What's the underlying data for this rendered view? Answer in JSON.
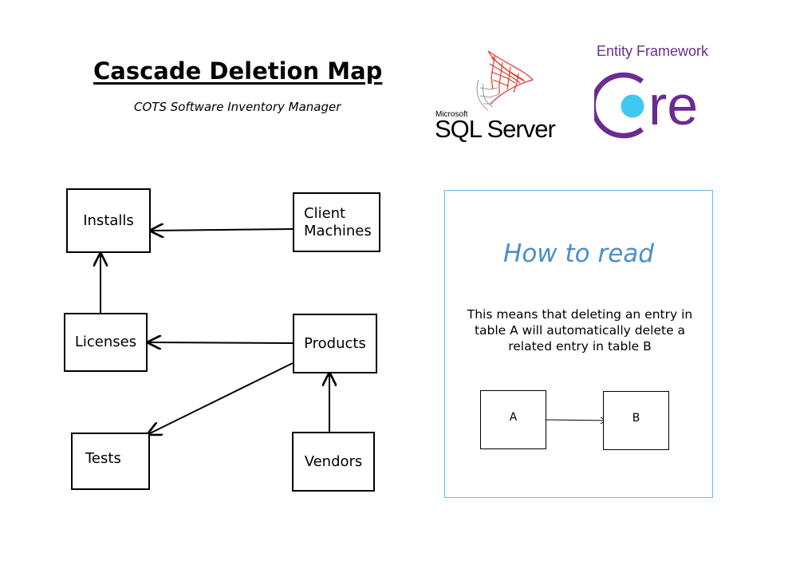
{
  "header": {
    "title": "Cascade Deletion Map",
    "subtitle": "COTS Software Inventory Manager"
  },
  "logos": {
    "sql_server": {
      "brand_small": "Microsoft",
      "product": "SQL Server",
      "color": "#e23a2d"
    },
    "ef_core": {
      "label": "Entity Framework",
      "core_text": "re",
      "ring_color": "#6b2c91",
      "dot_color": "#3fc8f0"
    }
  },
  "diagram": {
    "nodes": {
      "installs": "Installs",
      "client_machines": "Client\nMachines",
      "licenses": "Licenses",
      "products": "Products",
      "tests": "Tests",
      "vendors": "Vendors"
    },
    "edges": [
      {
        "from": "Client Machines",
        "to": "Installs"
      },
      {
        "from": "Licenses",
        "to": "Installs"
      },
      {
        "from": "Products",
        "to": "Licenses"
      },
      {
        "from": "Products",
        "to": "Tests"
      },
      {
        "from": "Vendors",
        "to": "Products"
      }
    ]
  },
  "legend": {
    "title": "How to read",
    "description": "This means that deleting an entry in table A will automatically delete a related entry in table B",
    "example_from": "A",
    "example_to": "B",
    "border_color": "#5bc0de",
    "title_color": "#4a8fc9"
  }
}
